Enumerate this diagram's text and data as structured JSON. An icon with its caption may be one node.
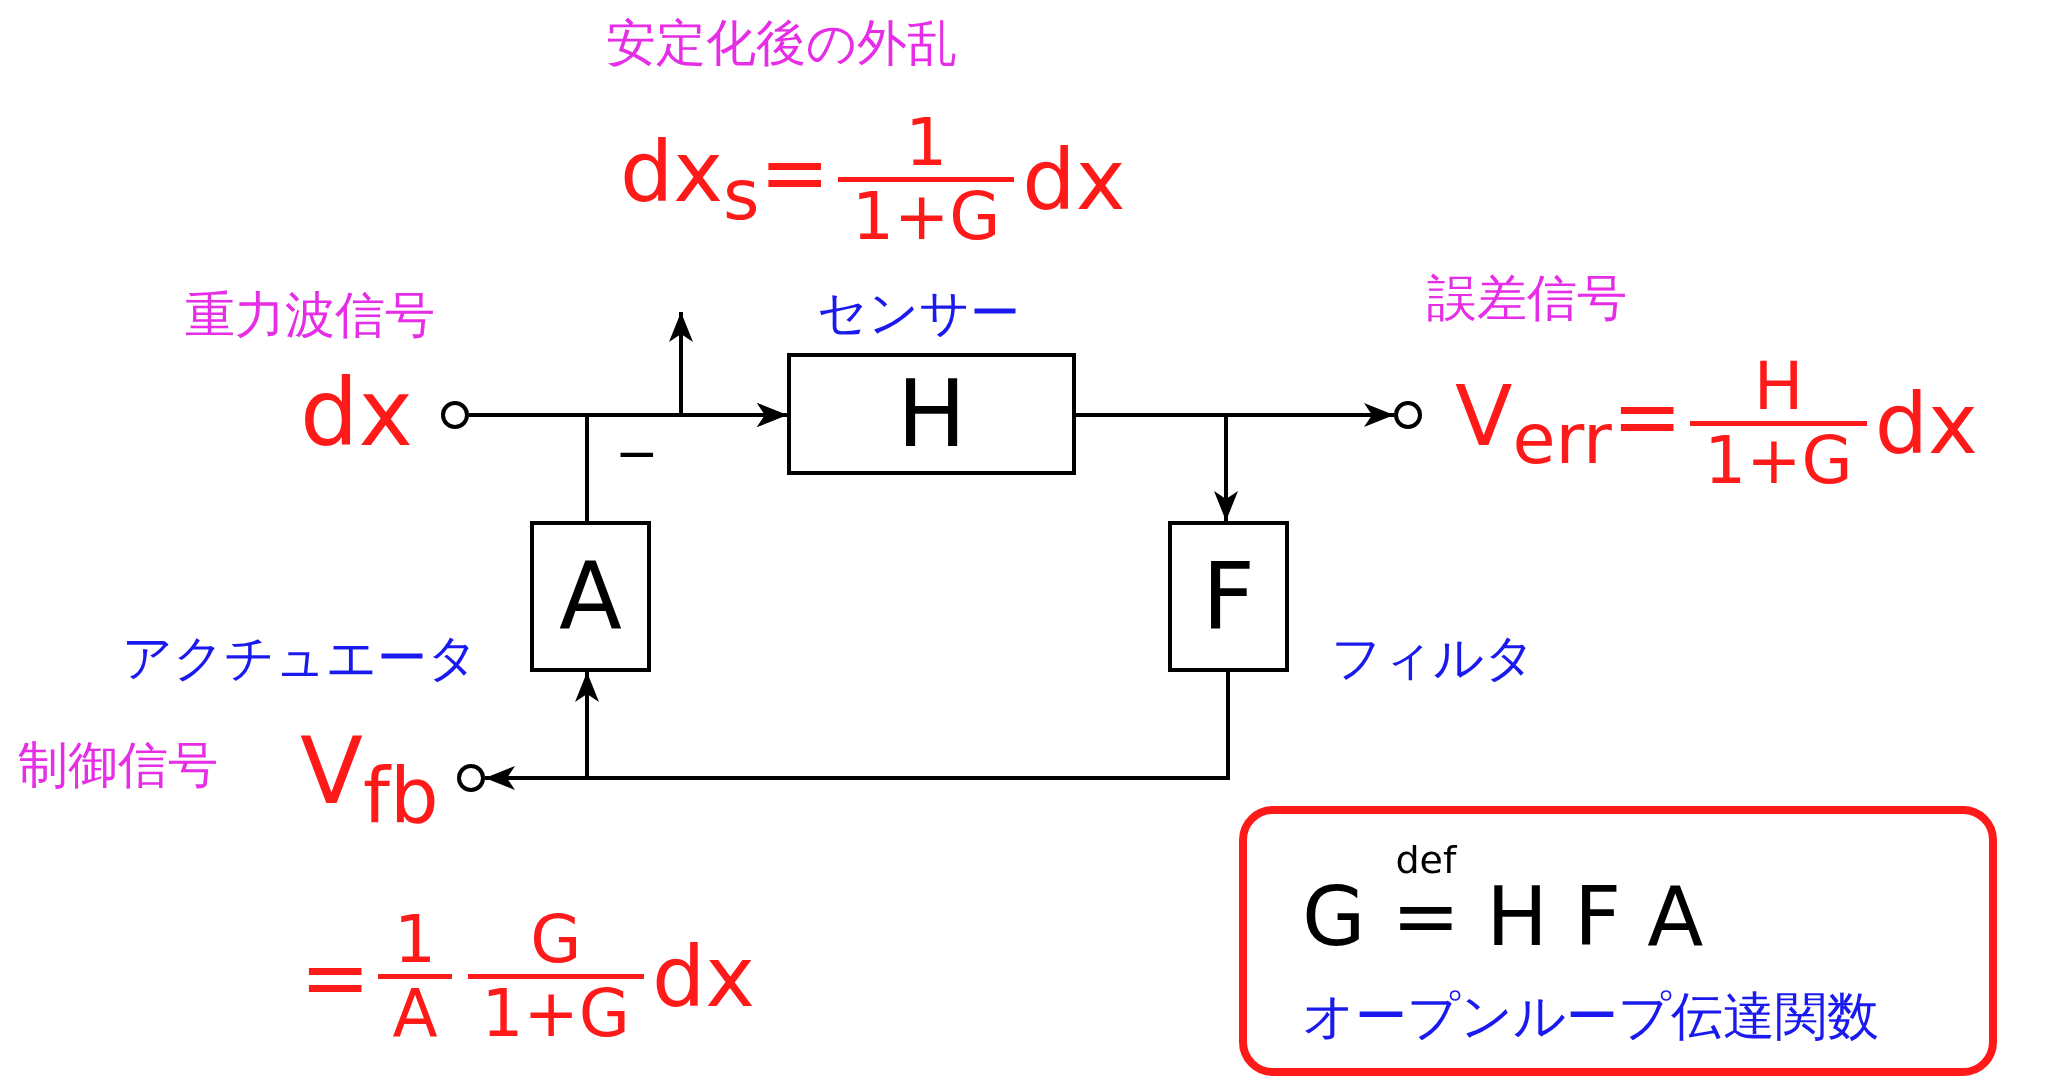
{
  "diagram": {
    "nodes": [
      {
        "text": [],
        "shape": "circle",
        "beside": [
          "重力波信号",
          "dx"
        ]
      },
      {
        "text": [
          "H"
        ],
        "beside": [
          "センサー"
        ]
      },
      {
        "text": [],
        "shape": "circle",
        "beside": [
          "誤差信号",
          "V$_{err}$=",
          "H",
          "1+G",
          "dx"
        ]
      },
      {
        "text": [
          "F"
        ],
        "beside": [
          "フィルタ"
        ]
      },
      {
        "text": [
          "A"
        ],
        "beside": [
          "アクチュエータ"
        ]
      },
      {
        "text": [],
        "shape": "circle",
        "beside": [
          "制御信号",
          "V$_{fb}$"
        ]
      },
      {
        "text": [
          "G",
          "def",
          "=",
          "H F A",
          "オープンループ伝達関数"
        ]
      }
    ],
    "edges": [
      {
        "from": 0,
        "to": 1,
        "arrow": "to"
      },
      {
        "from": 0,
        "to": null,
        "arrow": "to"
      },
      {
        "from": 4,
        "to": 1,
        "arrow": "to",
        "label": "−"
      },
      {
        "from": 1,
        "to": 2,
        "arrow": "to"
      },
      {
        "from": 1,
        "to": 3,
        "arrow": "to"
      },
      {
        "from": 3,
        "to": 5,
        "arrow": "to"
      },
      {
        "from": 3,
        "to": 4,
        "arrow": "to"
      }
    ],
    "labels": [
      "安定化後の外乱",
      "dx$_{s}$=",
      "1",
      "1+G",
      "dx",
      "=",
      "1",
      "A",
      "G",
      "1+G",
      "dx"
    ]
  }
}
